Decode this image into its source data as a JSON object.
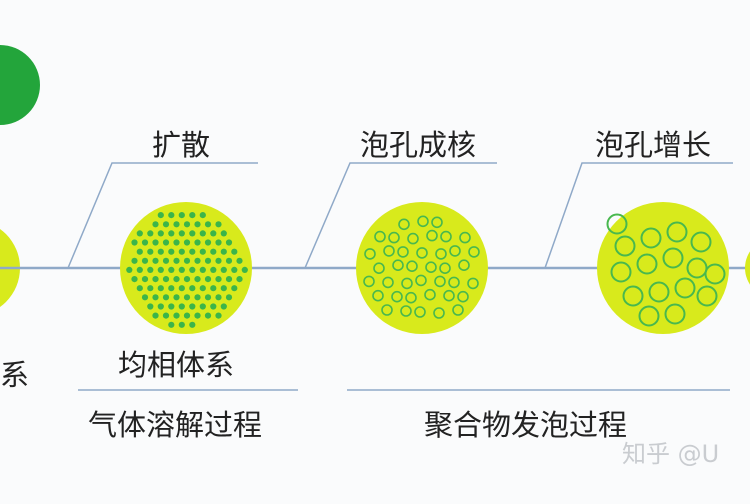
{
  "labels": {
    "left_partial": "系",
    "diffusion": "扩散",
    "homogeneous": "均相体系",
    "nucleation": "泡孔成核",
    "growth": "泡孔增长",
    "gas_dissolution": "气体溶解过程",
    "polymer_foaming": "聚合物发泡过程"
  },
  "watermark": "知乎 @U",
  "colors": {
    "yellow_green": "#d8ea1c",
    "green_dot": "#3bb54a",
    "ring": "#48b84e",
    "line": "#8fa9c8",
    "dark_green": "#23a53b"
  }
}
